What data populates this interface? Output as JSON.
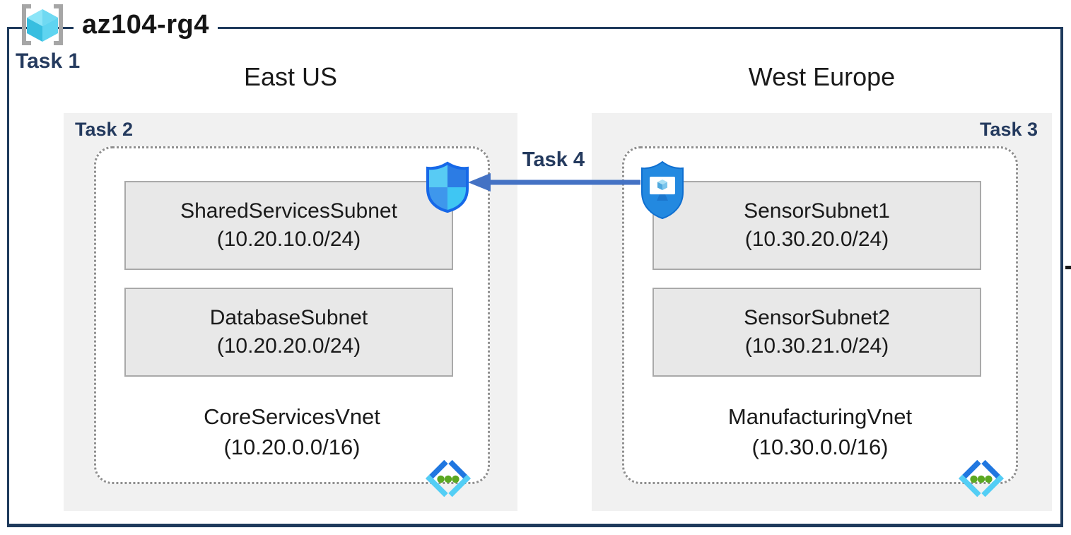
{
  "title": {
    "label": "az104-rg4",
    "task": "Task 1"
  },
  "regions": {
    "east": {
      "name": "East US",
      "task": "Task 2",
      "vnet": {
        "name": "CoreServicesVnet",
        "cidr": "(10.20.0.0/16)"
      },
      "subnets": [
        {
          "name": "SharedServicesSubnet",
          "cidr": "(10.20.10.0/24)"
        },
        {
          "name": "DatabaseSubnet",
          "cidr": "(10.20.20.0/24)"
        }
      ]
    },
    "west": {
      "name": "West Europe",
      "task": "Task 3",
      "vnet": {
        "name": "ManufacturingVnet",
        "cidr": "(10.30.0.0/16)"
      },
      "subnets": [
        {
          "name": "SensorSubnet1",
          "cidr": "(10.30.20.0/24)"
        },
        {
          "name": "SensorSubnet2",
          "cidr": "(10.30.21.0/24)"
        }
      ]
    }
  },
  "peering": {
    "task": "Task 4",
    "direction": "right-to-left"
  },
  "icons": {
    "resource_group": "resource-group-icon",
    "nsg": "network-security-group-shield-icon",
    "defender": "defender-device-shield-icon",
    "vnet": "virtual-network-icon"
  },
  "colors": {
    "outer_border": "#1e3a5c",
    "task_label": "#243a5e",
    "region_bg": "#f1f1f1",
    "subnet_bg": "#e8e8e8",
    "subnet_border": "#a9a9a9",
    "vnet_dotted_border": "#8f8f8f",
    "arrow": "#4472c4",
    "shield_light_blue": "#58cbf4",
    "shield_dark_blue": "#2c7ce4",
    "defender_shield_blue": "#2389e0",
    "vnet_chevron_dark": "#2077e0",
    "vnet_chevron_light": "#53cef5",
    "vnet_dot_green": "#5ba822",
    "rg_cube_cyan": "#37bee0",
    "rg_bracket_gray": "#a6a6a6"
  }
}
